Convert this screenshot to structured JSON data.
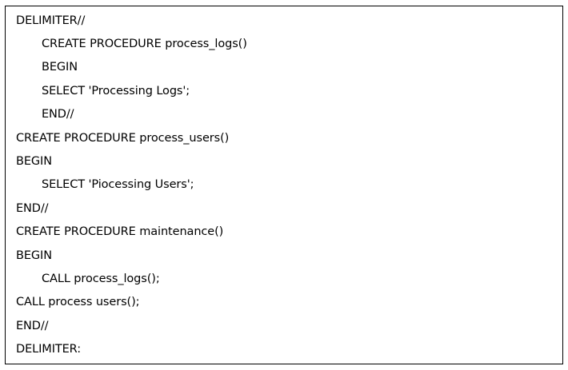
{
  "document": {
    "lines": [
      {
        "text": "DELIMITER//",
        "indent": false
      },
      {
        "text": "CREATE PROCEDURE process_logs()",
        "indent": true
      },
      {
        "text": "BEGIN",
        "indent": true
      },
      {
        "text": "SELECT 'Processing Logs';",
        "indent": true
      },
      {
        "text": "END//",
        "indent": true
      },
      {
        "text": "CREATE PROCEDURE process_users()",
        "indent": false
      },
      {
        "text": "BEGIN",
        "indent": false
      },
      {
        "text": "SELECT 'Piocessing Users';",
        "indent": true
      },
      {
        "text": "END//",
        "indent": false
      },
      {
        "text": "CREATE PROCEDURE maintenance()",
        "indent": false
      },
      {
        "text": "BEGIN",
        "indent": false
      },
      {
        "text": "CALL process_logs();",
        "indent": true
      },
      {
        "text": "CALL process users();",
        "indent": false
      },
      {
        "text": "END//",
        "indent": false
      },
      {
        "text": "DELIMITER:",
        "indent": false
      }
    ]
  }
}
